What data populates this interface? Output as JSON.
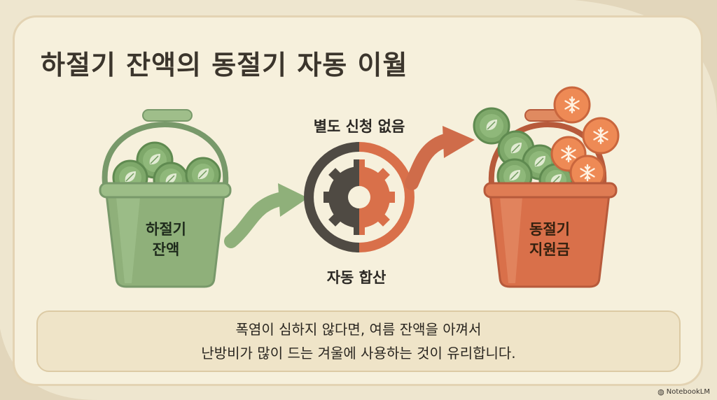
{
  "title": "하절기 잔액의 동절기 자동 이월",
  "left_bucket": {
    "line1": "하절기",
    "line2": "잔액"
  },
  "right_bucket": {
    "line1": "동절기",
    "line2": "지원금"
  },
  "gear": {
    "top_label": "별도 신청 없음",
    "bottom_label": "자동 합산"
  },
  "note": {
    "line1": "폭염이 심하지 않다면, 여름 잔액을 아껴서",
    "line2": "난방비가 많이 드는 겨울에 사용하는 것이 유리합니다."
  },
  "brand": {
    "label": "NotebookLM",
    "icon": "notebook-logo-icon"
  },
  "colors": {
    "background": "#eee6cf",
    "card": "#f6f0dc",
    "green_bucket": "#8fb07a",
    "green_coin": "#7ea86a",
    "orange_bucket": "#d9704a",
    "orange_coin": "#ee8a55",
    "gear_dark": "#4f4a43",
    "gear_orange": "#d9704a",
    "arrow_green": "#8fb07a",
    "arrow_orange": "#cf6c4a"
  }
}
